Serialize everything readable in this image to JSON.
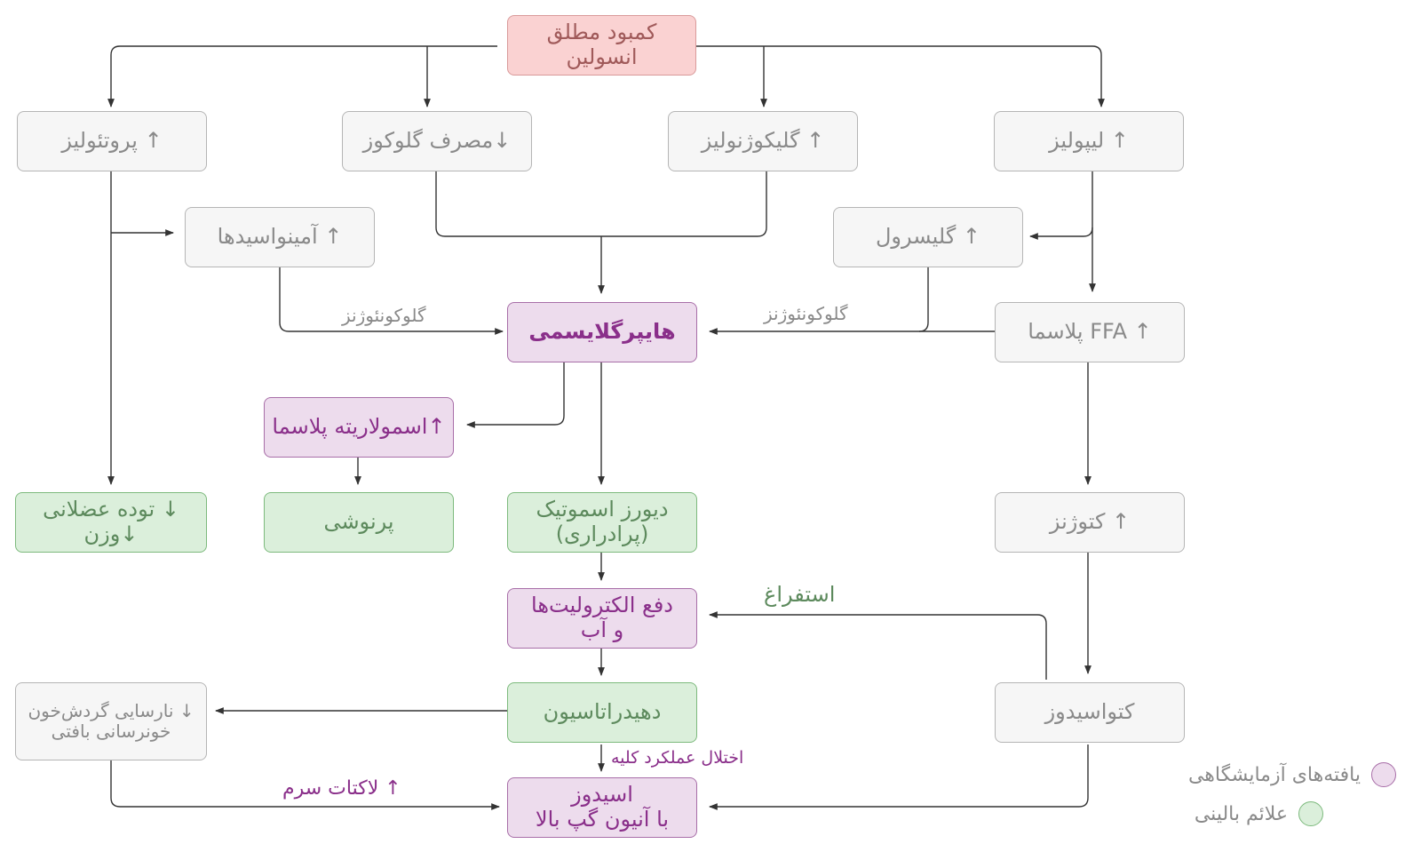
{
  "nodes": {
    "insulin_deficiency": [
      "کمبود مطلق",
      "انسولین"
    ],
    "proteolysis": [
      "↑ پروتئولیز"
    ],
    "glucose_use": [
      "↓مصرف گلوکوز"
    ],
    "glycogenolysis": [
      "↑ گلیکوژنولیز"
    ],
    "lipolysis": [
      "↑ لیپولیز"
    ],
    "amino_acids": [
      "↑ آمینواسیدها"
    ],
    "glycerol": [
      "↑ گلیسرول"
    ],
    "hyperglycemia": [
      "هایپرگلایسمی"
    ],
    "plasma_ffa": [
      "↑ FFA پلاسما"
    ],
    "plasma_osmolarity": [
      "↑اسمولاریته پلاسما"
    ],
    "muscle_mass": [
      "↓ توده عضلانی",
      "↓وزن"
    ],
    "polydipsia": [
      "پرنوشی"
    ],
    "osmotic_diuresis": [
      "دیورز اسموتیک",
      "(پرادراری)"
    ],
    "ketogenesis": [
      "↑ کتوژنز"
    ],
    "electrolyte_loss": [
      "دفع الکترولیت‌ها",
      "و آب"
    ],
    "circulatory_failure": [
      "↓ نارسایی گردش‌خون",
      "خونرسانی بافتی"
    ],
    "dehydration": [
      "دهیدراتاسیون"
    ],
    "ketoacidosis": [
      "کتواسیدوز"
    ],
    "acidosis": [
      "اسیدوز",
      "با آنیون گپ بالا"
    ]
  },
  "edge_labels": {
    "gluconeogenesis_left": "گلوکونئوژنز",
    "gluconeogenesis_right": "گلوکونئوژنز",
    "vomiting": "استفراغ",
    "renal_dysfunction": "اختلال عملکرد کلیه",
    "serum_lactate": "↑ لاکتات سرم"
  },
  "legend": {
    "lab_findings": "یافته‌های آزمایشگاهی",
    "clinical_signs": "علائم بالینی"
  },
  "colors": {
    "line": "#333333",
    "lab_fill": "#eddced",
    "lab_text": "#8a2f8a",
    "clinical_fill": "#dbefdb",
    "clinical_text": "#5d8a5d",
    "root_fill": "#fad2d2",
    "neutral_fill": "#f6f6f6"
  }
}
